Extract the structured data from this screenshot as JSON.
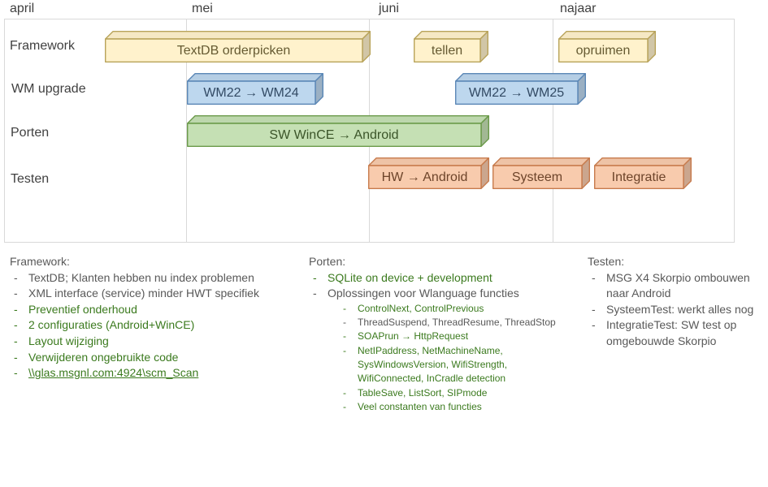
{
  "months": [
    "april",
    "mei",
    "juni",
    "najaar"
  ],
  "rows": [
    "Framework",
    "WM upgrade",
    "Porten",
    "Testen"
  ],
  "colors": {
    "yellow_fill": "#fff2cc",
    "yellow_border": "#b8a35a",
    "blue_fill": "#bdd7ee",
    "blue_border": "#5b87b6",
    "green_fill": "#c5e0b4",
    "green_border": "#6b9a4a",
    "orange_fill": "#f8cbad",
    "orange_border": "#c77b4d",
    "text_green": "#3b7a1e",
    "text_gray": "#595959"
  },
  "bars": [
    {
      "label": "TextDB orderpicken",
      "row": "Framework",
      "color": "yellow"
    },
    {
      "label": "tellen",
      "row": "Framework",
      "color": "yellow"
    },
    {
      "label": "opruimen",
      "row": "Framework",
      "color": "yellow"
    },
    {
      "label": "WM22 → WM24",
      "row": "WM upgrade",
      "color": "blue"
    },
    {
      "label": "WM22 → WM25",
      "row": "WM upgrade",
      "color": "blue"
    },
    {
      "label": "SW WinCE → Android",
      "row": "Porten",
      "color": "green"
    },
    {
      "label": "HW → Android",
      "row": "Testen",
      "color": "orange"
    },
    {
      "label": "Systeem",
      "row": "Testen",
      "color": "orange"
    },
    {
      "label": "Integratie",
      "row": "Testen",
      "color": "orange"
    }
  ],
  "notes": {
    "framework": {
      "title": "Framework:",
      "items": [
        {
          "text": "TextDB; Klanten hebben nu index problemen",
          "color": "gray"
        },
        {
          "text": "XML interface (service) minder HWT specifiek",
          "color": "gray"
        },
        {
          "text": "Preventief onderhoud",
          "color": "green"
        },
        {
          "text": "2 configuraties (Android+WinCE)",
          "color": "green"
        },
        {
          "text": "Layout wijziging",
          "color": "green"
        },
        {
          "text": "Verwijderen ongebruikte code",
          "color": "green"
        },
        {
          "text": "\\\\glas.msgnl.com:4924\\scm_Scan",
          "color": "green"
        }
      ]
    },
    "porten": {
      "title": "Porten:",
      "items": [
        {
          "text": "SQLite on device + development",
          "color": "green"
        },
        {
          "text": "Oplossingen voor Wlanguage functies",
          "color": "gray"
        }
      ],
      "subitems": [
        {
          "text": "ControlNext, ControlPrevious",
          "color": "green"
        },
        {
          "text": "ThreadSuspend, ThreadResume, ThreadStop",
          "color": "gray"
        },
        {
          "text": "SOAPrun → HttpRequest",
          "color": "green"
        },
        {
          "text": "NetIPaddress, NetMachineName,",
          "color": "green"
        },
        {
          "text": "SysWindowsVersion, WifiStrength,",
          "color": "green"
        },
        {
          "text": "WifiConnected, InCradle detection",
          "color": "green"
        },
        {
          "text": "TableSave, ListSort, SIPmode",
          "color": "green"
        },
        {
          "text": "Veel constanten van functies",
          "color": "green"
        }
      ]
    },
    "testen": {
      "title": "Testen:",
      "items": [
        {
          "text": "MSG X4 Skorpio ombouwen",
          "cont": "naar Android",
          "color": "gray"
        },
        {
          "text": "SysteemTest: werkt alles nog",
          "color": "gray"
        },
        {
          "text": "IntegratieTest: SW test op",
          "cont": "omgebouwde Skorpio",
          "color": "gray"
        }
      ]
    }
  }
}
